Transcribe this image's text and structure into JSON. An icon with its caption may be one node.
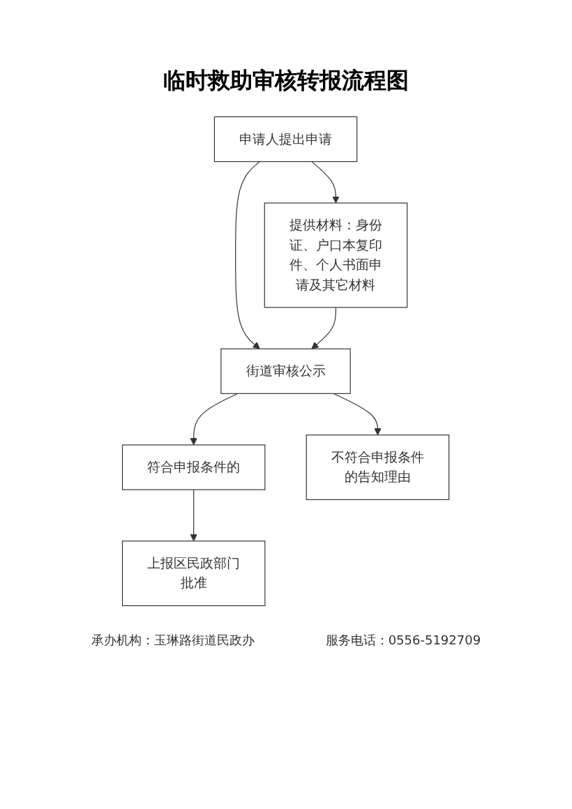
{
  "diagram": {
    "title": "临时救助审核转报流程图",
    "nodes": [
      {
        "text": [
          "申请人提出申请"
        ]
      },
      {
        "text": [
          "提供材料：身份证、户口本复印件、个人书面申请及其它材料"
        ]
      },
      {
        "text": [
          "街道审核公示"
        ]
      },
      {
        "text": [
          "符合申报条件的"
        ]
      },
      {
        "text": [
          "不符合申报条件的告知理由"
        ]
      },
      {
        "text": [
          "上报区民政部门批准"
        ]
      }
    ],
    "edges": [
      {
        "from": 0,
        "to": 1,
        "arrow": "to"
      },
      {
        "from": 0,
        "to": 2,
        "arrow": "to"
      },
      {
        "from": 1,
        "to": 2,
        "arrow": "to"
      },
      {
        "from": 2,
        "to": 3,
        "arrow": "to"
      },
      {
        "from": 2,
        "to": 4,
        "arrow": "to"
      },
      {
        "from": 3,
        "to": 5,
        "arrow": "to"
      }
    ],
    "labels": [
      "承办机构：玉琳路街道民政办",
      "服务电话：0556-5192709"
    ]
  }
}
